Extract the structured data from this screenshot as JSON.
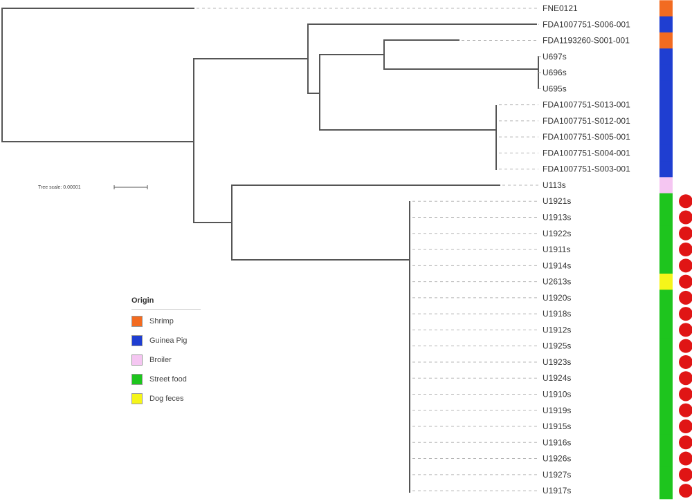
{
  "tree": {
    "scale_label": "Tree scale: 0.00001",
    "leaves": [
      {
        "label": "FNE0121",
        "origin": "shrimp",
        "dot": false
      },
      {
        "label": "FDA1007751-S006-001",
        "origin": "guinea_pig",
        "dot": false
      },
      {
        "label": "FDA1193260-S001-001",
        "origin": "shrimp",
        "dot": false
      },
      {
        "label": "U697s",
        "origin": "guinea_pig",
        "dot": false
      },
      {
        "label": "U696s",
        "origin": "guinea_pig",
        "dot": false
      },
      {
        "label": "U695s",
        "origin": "guinea_pig",
        "dot": false
      },
      {
        "label": "FDA1007751-S013-001",
        "origin": "guinea_pig",
        "dot": false
      },
      {
        "label": "FDA1007751-S012-001",
        "origin": "guinea_pig",
        "dot": false
      },
      {
        "label": "FDA1007751-S005-001",
        "origin": "guinea_pig",
        "dot": false
      },
      {
        "label": "FDA1007751-S004-001",
        "origin": "guinea_pig",
        "dot": false
      },
      {
        "label": "FDA1007751-S003-001",
        "origin": "guinea_pig",
        "dot": false
      },
      {
        "label": "U113s",
        "origin": "broiler",
        "dot": false
      },
      {
        "label": "U1921s",
        "origin": "street_food",
        "dot": true
      },
      {
        "label": "U1913s",
        "origin": "street_food",
        "dot": true
      },
      {
        "label": "U1922s",
        "origin": "street_food",
        "dot": true
      },
      {
        "label": "U1911s",
        "origin": "street_food",
        "dot": true
      },
      {
        "label": "U1914s",
        "origin": "street_food",
        "dot": true
      },
      {
        "label": "U2613s",
        "origin": "dog_feces",
        "dot": true
      },
      {
        "label": "U1920s",
        "origin": "street_food",
        "dot": true
      },
      {
        "label": "U1918s",
        "origin": "street_food",
        "dot": true
      },
      {
        "label": "U1912s",
        "origin": "street_food",
        "dot": true
      },
      {
        "label": "U1925s",
        "origin": "street_food",
        "dot": true
      },
      {
        "label": "U1923s",
        "origin": "street_food",
        "dot": true
      },
      {
        "label": "U1924s",
        "origin": "street_food",
        "dot": true
      },
      {
        "label": "U1910s",
        "origin": "street_food",
        "dot": true
      },
      {
        "label": "U1919s",
        "origin": "street_food",
        "dot": true
      },
      {
        "label": "U1915s",
        "origin": "street_food",
        "dot": true
      },
      {
        "label": "U1916s",
        "origin": "street_food",
        "dot": true
      },
      {
        "label": "U1926s",
        "origin": "street_food",
        "dot": true
      },
      {
        "label": "U1927s",
        "origin": "street_food",
        "dot": true
      },
      {
        "label": "U1917s",
        "origin": "street_food",
        "dot": true
      }
    ]
  },
  "legend": {
    "title": "Origin",
    "items": [
      {
        "key": "shrimp",
        "label": "Shrimp",
        "color": "#f26b21"
      },
      {
        "key": "guinea_pig",
        "label": "Guinea Pig",
        "color": "#1f3ed1"
      },
      {
        "key": "broiler",
        "label": "Broiler",
        "color": "#f5c6f2"
      },
      {
        "key": "street_food",
        "label": "Street food",
        "color": "#1ec51e"
      },
      {
        "key": "dog_feces",
        "label": "Dog feces",
        "color": "#f5f51a"
      }
    ]
  },
  "dot_color": "#e01515"
}
